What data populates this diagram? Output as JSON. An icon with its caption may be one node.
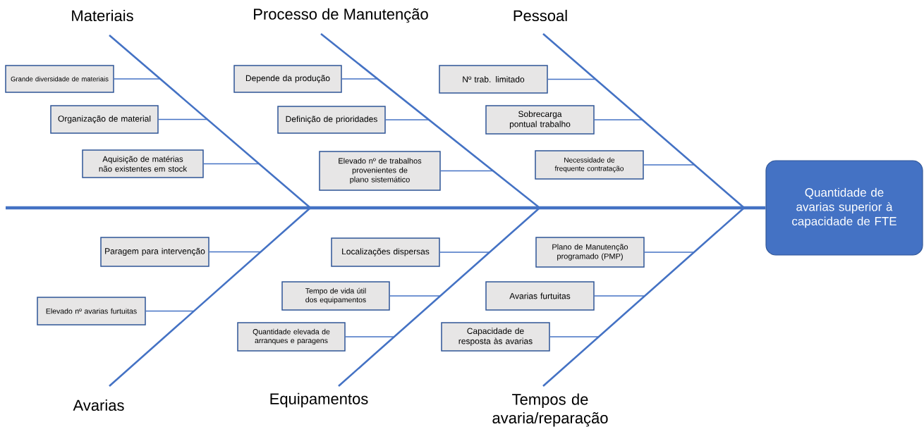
{
  "diagram": {
    "nodes": [
      {
        "text": [
          "Materiais"
        ]
      },
      {
        "text": [
          "Processo de Manutenção"
        ]
      },
      {
        "text": [
          "Pessoal"
        ]
      },
      {
        "text": [
          "Grande diversidade de materiais"
        ]
      },
      {
        "text": [
          "Organização de material"
        ]
      },
      {
        "text": [
          "Aquisição de matérias não existentes em stock"
        ]
      },
      {
        "text": [
          "Depende da produção"
        ]
      },
      {
        "text": [
          "Definição de prioridades"
        ]
      },
      {
        "text": [
          "Elevado nº de trabalhos provenientes de plano sistemático"
        ]
      },
      {
        "text": [
          "Nº trab. limitado"
        ]
      },
      {
        "text": [
          "Sobrecarga pontual trabalho"
        ]
      },
      {
        "text": [
          "Necessidade de frequente contratação"
        ]
      },
      {
        "text": [
          "Quantidade de avarias superior à capacidade de FTE"
        ]
      },
      {
        "text": [
          "Paragem para intervenção"
        ]
      },
      {
        "text": [
          "Elevado nº avarias furtuitas"
        ]
      },
      {
        "text": [
          "Localizações dispersas"
        ]
      },
      {
        "text": [
          "Tempo de vida útil dos equipamentos"
        ]
      },
      {
        "text": [
          "Quantidade elevada de arranques e paragens"
        ]
      },
      {
        "text": [
          "Plano de Manutenção programado (PMP)"
        ]
      },
      {
        "text": [
          "Avarias furtuitas"
        ]
      },
      {
        "text": [
          "Capacidade de resposta às avarias"
        ]
      },
      {
        "text": [
          "Avarias"
        ]
      },
      {
        "text": [
          "Equipamentos"
        ]
      },
      {
        "text": [
          "Tempos de avaria/reparação"
        ]
      }
    ],
    "edges": [
      {
        "from": null,
        "to": 12,
        "arrow": "none",
        "style": "thick"
      },
      {
        "from": 0,
        "to": null,
        "arrow": "none"
      },
      {
        "from": 1,
        "to": null,
        "arrow": "none"
      },
      {
        "from": 2,
        "to": null,
        "arrow": "none"
      },
      {
        "from": 21,
        "to": null,
        "arrow": "none"
      },
      {
        "from": 22,
        "to": null,
        "arrow": "none"
      },
      {
        "from": 23,
        "to": null,
        "arrow": "none"
      },
      {
        "from": 3,
        "to": null,
        "arrow": "none"
      },
      {
        "from": 4,
        "to": null,
        "arrow": "none"
      },
      {
        "from": 5,
        "to": null,
        "arrow": "none"
      },
      {
        "from": 6,
        "to": null,
        "arrow": "none"
      },
      {
        "from": 7,
        "to": null,
        "arrow": "none"
      },
      {
        "from": 8,
        "to": null,
        "arrow": "none"
      },
      {
        "from": 9,
        "to": null,
        "arrow": "none"
      },
      {
        "from": 10,
        "to": null,
        "arrow": "none"
      },
      {
        "from": 11,
        "to": null,
        "arrow": "none"
      },
      {
        "from": 13,
        "to": null,
        "arrow": "none"
      },
      {
        "from": 14,
        "to": null,
        "arrow": "none"
      },
      {
        "from": 15,
        "to": null,
        "arrow": "none"
      },
      {
        "from": 16,
        "to": null,
        "arrow": "none"
      },
      {
        "from": 17,
        "to": null,
        "arrow": "none"
      },
      {
        "from": 18,
        "to": null,
        "arrow": "none"
      },
      {
        "from": 19,
        "to": null,
        "arrow": "none"
      },
      {
        "from": 20,
        "to": null,
        "arrow": "none"
      }
    ]
  }
}
